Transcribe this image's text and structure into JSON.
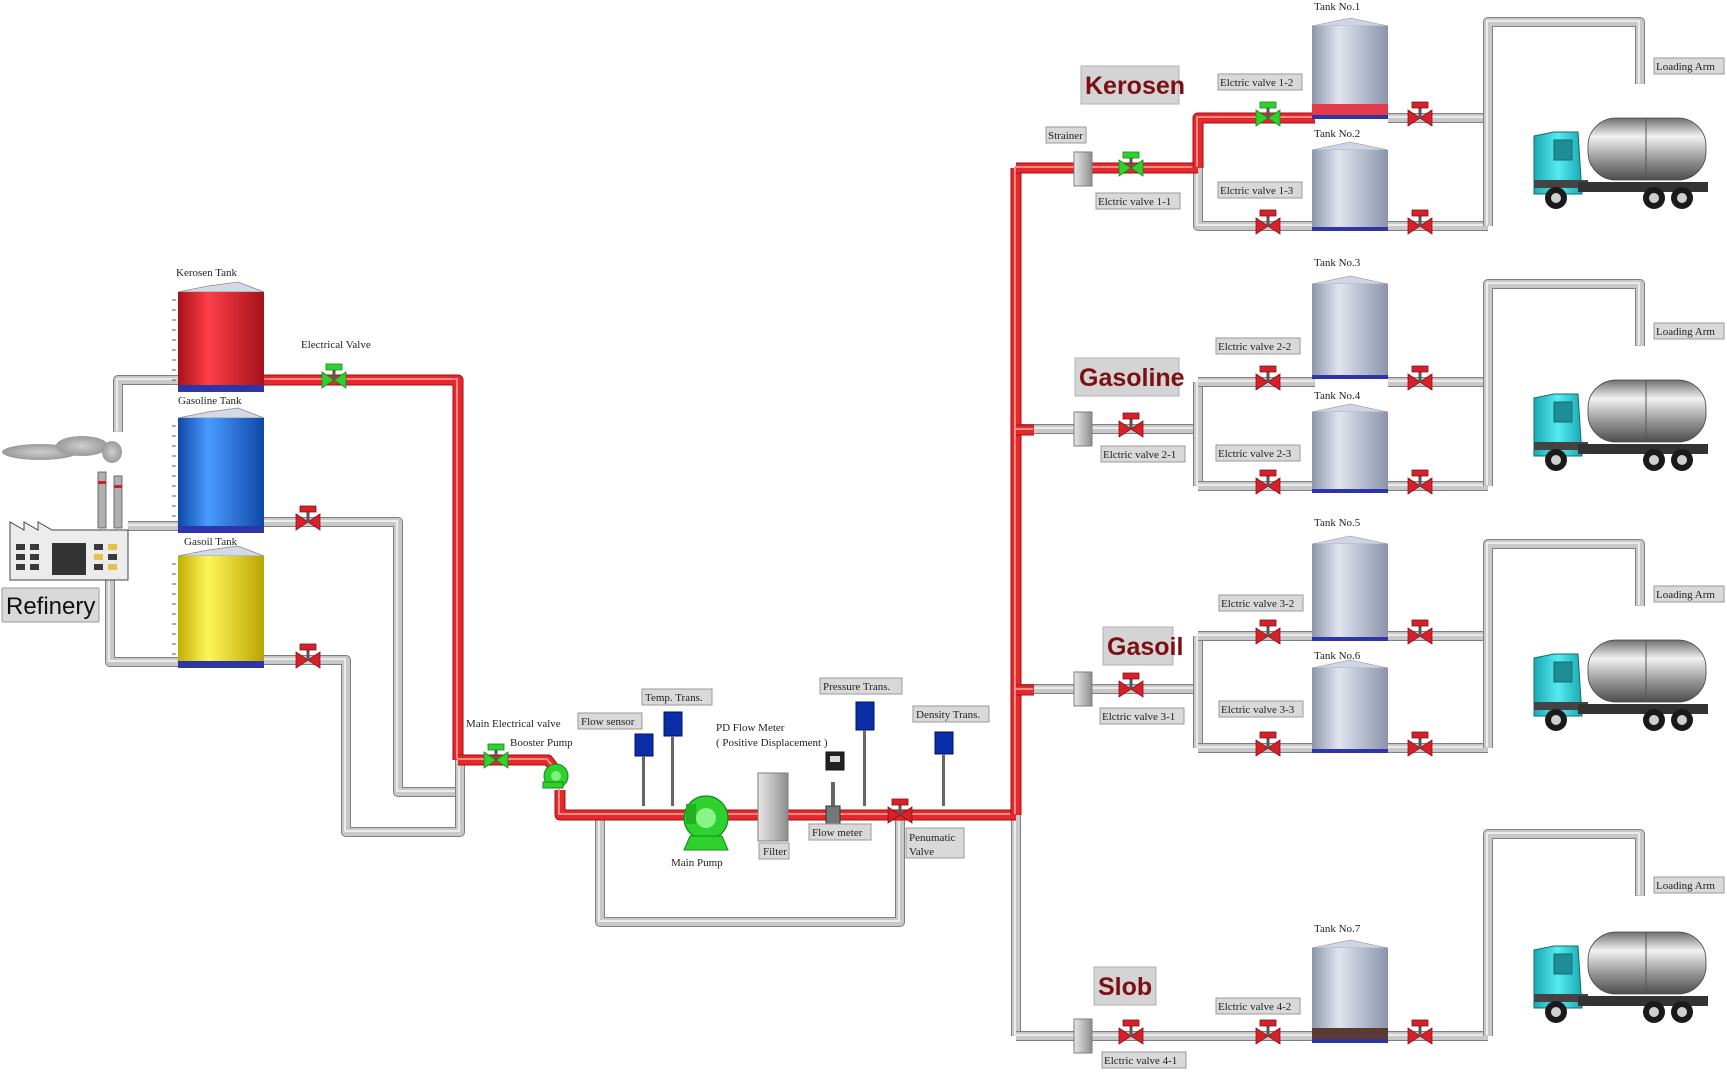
{
  "refinery": {
    "label": "Refinery"
  },
  "source_tanks": [
    {
      "id": "kerosen",
      "label": "Kerosen Tank",
      "color": "#e0202c"
    },
    {
      "id": "gasoline",
      "label": "Gasoline Tank",
      "color": "#1e73dd"
    },
    {
      "id": "gasoil",
      "label": "Gasoil Tank",
      "color": "#f0e010"
    }
  ],
  "line_valves": {
    "electrical_valve": "Electrical Valve",
    "main_electrical_valve": "Main Electrical valve"
  },
  "equipment": {
    "booster_pump": "Booster Pump",
    "main_pump": "Main Pump",
    "filter": "Filter",
    "flow_meter": "Flow meter",
    "pd_flow_meter_line1": "PD Flow Meter",
    "pd_flow_meter_line2": "( Positive Displacement )",
    "penumatic_valve_line1": "Penumatic",
    "penumatic_valve_line2": "Valve",
    "strainer": "Strainer"
  },
  "instruments": {
    "flow_sensor": "Flow sensor",
    "temp_trans": "Temp. Trans.",
    "pressure_trans": "Pressure Trans.",
    "density_trans": "Density Trans."
  },
  "products": [
    {
      "name": "Kerosen",
      "inlet_valve": "Elctric valve 1-1",
      "tanks": [
        {
          "label": "Tank No.1",
          "valve": "Elctric valve 1-2"
        },
        {
          "label": "Tank No.2",
          "valve": "Elctric valve 1-3"
        }
      ],
      "loading_arm": "Loading Arm"
    },
    {
      "name": "Gasoline",
      "inlet_valve": "Elctric valve 2-1",
      "tanks": [
        {
          "label": "Tank No.3",
          "valve": "Elctric valve 2-2"
        },
        {
          "label": "Tank No.4",
          "valve": "Elctric valve 2-3"
        }
      ],
      "loading_arm": "Loading Arm"
    },
    {
      "name": "Gasoil",
      "inlet_valve": "Elctric valve 3-1",
      "tanks": [
        {
          "label": "Tank No.5",
          "valve": "Elctric valve 3-2"
        },
        {
          "label": "Tank No.6",
          "valve": "Elctric valve 3-3"
        }
      ],
      "loading_arm": "Loading Arm"
    },
    {
      "name": "Slob",
      "inlet_valve": "Elctric valve 4-1",
      "tanks": [
        {
          "label": "Tank No.7",
          "valve": "Elctric valve 4-2"
        }
      ],
      "loading_arm": "Loading Arm"
    }
  ],
  "colors": {
    "active_pipe": "#e8272a",
    "idle_pipe": "#c7c7c7",
    "valve_closed": "#d8202a",
    "valve_open": "#2fd12f",
    "storage_tank": "#b8c2da",
    "truck_cab": "#33d4dd"
  }
}
